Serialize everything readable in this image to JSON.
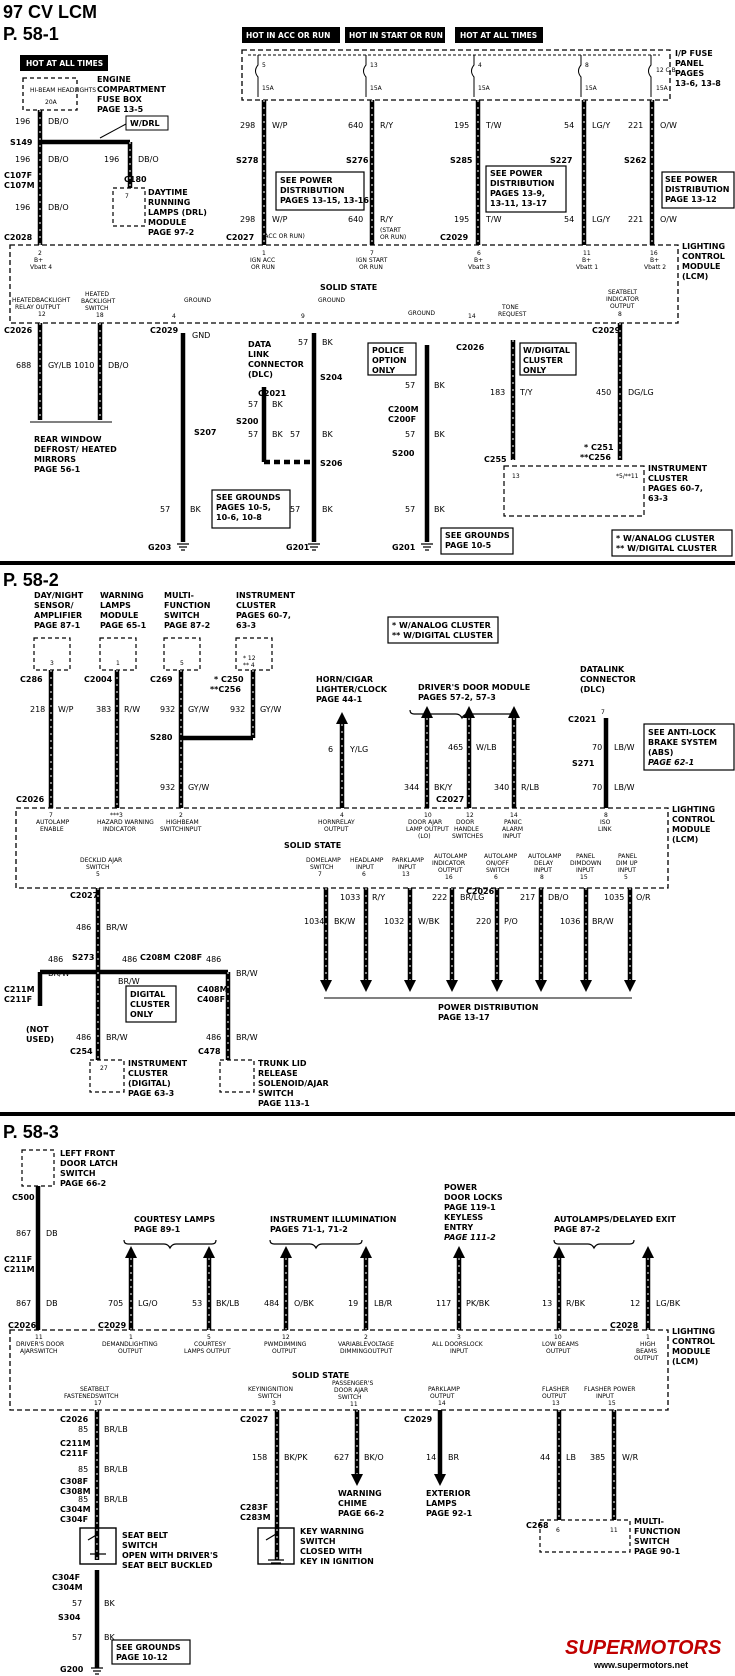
{
  "header": {
    "title": "97 CV LCM"
  },
  "pages": [
    {
      "title": "P. 58-1",
      "hot_boxes": [
        "HOT AT ALL TIMES",
        "HOT IN ACC OR RUN",
        "HOT IN START OR RUN",
        "HOT AT ALL TIMES"
      ],
      "fuse_panel_label": "I/P FUSE PANEL PAGES 13-6, 13-8",
      "fuses": [
        {
          "n": "5",
          "a": "15A"
        },
        {
          "n": "13",
          "a": "15A"
        },
        {
          "n": "4",
          "a": "15A"
        },
        {
          "n": "8",
          "a": "15A"
        },
        {
          "n": "12 C.B.",
          "a": "15A"
        }
      ],
      "engine_fuse": {
        "n": "HI-BEAM HEADLIGHTS",
        "a": "20A"
      },
      "engine_box_label": "ENGINE COMPARTMENT FUSE BOX PAGE 13-5",
      "drl_tag": "W/DRL",
      "drl_module": "DAYTIME RUNNING LAMPS (DRL) MODULE PAGE 97-2",
      "drl_pin": "7",
      "wires_top": [
        {
          "c": "196",
          "col": "DB/O"
        },
        {
          "c": "298",
          "col": "W/P"
        },
        {
          "c": "640",
          "col": "R/Y"
        },
        {
          "c": "195",
          "col": "T/W"
        },
        {
          "c": "54",
          "col": "LG/Y"
        },
        {
          "c": "221",
          "col": "O/W"
        }
      ],
      "splices": [
        "S149",
        "S278",
        "S276",
        "S285",
        "S227",
        "S262"
      ],
      "connectors": [
        "C180",
        "C107F",
        "C107M",
        "C2028",
        "C2027",
        "C2029",
        "C2026",
        "C2029"
      ],
      "see_power": [
        "SEE POWER DISTRIBUTION PAGES 13-15, 13-16",
        "SEE POWER DISTRIBUTION PAGES 13-9, 13-11, 13-17",
        "SEE POWER DISTRIBUTION PAGE 13-12"
      ],
      "lower_notes": [
        "(ACC OR RUN)",
        "(START OR RUN)"
      ],
      "module_title": "LIGHTING CONTROL MODULE (LCM)",
      "solid_state": "SOLID STATE",
      "module_pins_top": [
        {
          "p": "2",
          "l": "B+ Vbatt 4"
        },
        {
          "p": "1",
          "l": "IGN ACC OR RUN"
        },
        {
          "p": "7",
          "l": "IGN START OR RUN"
        },
        {
          "p": "6",
          "l": "B+ Vbatt 3"
        },
        {
          "p": "11",
          "l": "B+ Vbatt 1"
        },
        {
          "p": "16",
          "l": "B+ Vbatt 2"
        }
      ],
      "module_pins_bottom": [
        {
          "p": "12",
          "l": "HEATED BACKLIGHT RELAY OUTPUT"
        },
        {
          "p": "18",
          "l": "HEATED BACKLIGHT SWITCH"
        },
        {
          "p": "4",
          "l": "GROUND"
        },
        {
          "p": "9",
          "l": "GROUND"
        },
        {
          "p": "14",
          "l": "GROUND / TONE REQUEST"
        },
        {
          "p": "8",
          "l": "SEATBELT INDICATOR OUTPUT"
        }
      ],
      "lower_wires": [
        {
          "c": "688",
          "col": "GY/LB"
        },
        {
          "c": "1010",
          "col": "DB/O"
        },
        {
          "c": "57",
          "col": "BK"
        },
        {
          "c": "183",
          "col": "T/Y"
        },
        {
          "c": "450",
          "col": "DG/LG"
        }
      ],
      "rear_window": "REAR WINDOW DEFROST/ HEATED MIRRORS PAGE 56-1",
      "dlc": "DATA LINK CONNECTOR (DLC)",
      "police": "POLICE OPTION ONLY",
      "digital_only": "W/DIGITAL CLUSTER ONLY",
      "cluster": "INSTRUMENT CLUSTER PAGES 60-7, 63-3",
      "see_grounds": [
        "SEE GROUNDS PAGES 10-5, 10-6, 10-8",
        "SEE GROUNDS PAGE 10-5"
      ],
      "grounds": [
        "G203",
        "G201",
        "G201"
      ],
      "lower_splices": [
        "S207",
        "S204",
        "S200",
        "S206",
        "C2021",
        "C200M",
        "C200F",
        "S200",
        "C255",
        "C251",
        "C256"
      ],
      "legend": [
        "* W/ANALOG CLUSTER",
        "** W/DIGITAL CLUSTER"
      ]
    },
    {
      "title": "P. 58-2",
      "top_components": [
        "DAY/NIGHT SENSOR/ AMPLIFIER PAGE 87-1",
        "WARNING LAMPS MODULE PAGE 65-1",
        "MULTI-FUNCTION SWITCH PAGE 87-2",
        "INSTRUMENT CLUSTER PAGES 60-7, 63-3"
      ],
      "legend": [
        "* W/ANALOG CLUSTER",
        "** W/DIGITAL CLUSTER"
      ],
      "horn": "HORN/CIGAR LIGHTER/CLOCK PAGE 44-1",
      "door_module": "DRIVER'S DOOR MODULE PAGES 57-2, 57-3",
      "dlc": "DATA LINK CONNECTOR (DLC)",
      "abs": "SEE ANTI-LOCK BRAKE SYSTEM (ABS) PAGE 62-1",
      "upper_wires": [
        {
          "c": "218",
          "col": "W/P"
        },
        {
          "c": "383",
          "col": "R/W"
        },
        {
          "c": "932",
          "col": "GY/W"
        },
        {
          "c": "932",
          "col": "GY/W"
        },
        {
          "c": "6",
          "col": "Y/LG"
        },
        {
          "c": "344",
          "col": "BK/Y"
        },
        {
          "c": "465",
          "col": "W/LB"
        },
        {
          "c": "340",
          "col": "R/LB"
        },
        {
          "c": "70",
          "col": "LB/W"
        }
      ],
      "module_pins_top": [
        {
          "p": "7",
          "l": "AUTOLAMP ENABLE"
        },
        {
          "p": "***3",
          "l": "HAZARD WARNING INDICATOR"
        },
        {
          "p": "2",
          "l": "HIGHBEAM SWITCHINPUT"
        },
        {
          "p": "4",
          "l": "HORNRELAY OUTPUT"
        },
        {
          "p": "10",
          "l": "DOOR AJAR LAMP OUTPUT (LO)"
        },
        {
          "p": "12",
          "l": "DOOR HANDLE SWITCHES"
        },
        {
          "p": "14",
          "l": "PANIC ALARM INPUT"
        },
        {
          "p": "8",
          "l": "ISO LINK"
        }
      ],
      "module_pins_bottom": [
        {
          "p": "5",
          "l": "DECKLID AJAR SWITCH"
        },
        {
          "p": "7",
          "l": "DOMELAMP SWITCH"
        },
        {
          "p": "6",
          "l": "HEADLAMP INPUT"
        },
        {
          "p": "13",
          "l": "PARKLAMP INPUT"
        },
        {
          "p": "16",
          "l": "AUTOLAMP INDICATOR OUTPUT"
        },
        {
          "p": "6",
          "l": "AUTOLAMP ON/OFF SWITCH"
        },
        {
          "p": "8",
          "l": "AUTOLAMP DELAY INPUT"
        },
        {
          "p": "15",
          "l": "PANEL DIMDOWN INPUT"
        },
        {
          "p": "5",
          "l": "PANEL DIM UP INPUT"
        }
      ],
      "lower_wires": [
        {
          "c": "1034",
          "col": "BK/W"
        },
        {
          "c": "1033",
          "col": "R/Y"
        },
        {
          "c": "1032",
          "col": "W/BK"
        },
        {
          "c": "222",
          "col": "BR/LG"
        },
        {
          "c": "220",
          "col": "P/O"
        },
        {
          "c": "217",
          "col": "DB/O"
        },
        {
          "c": "1036",
          "col": "BR/W"
        },
        {
          "c": "1035",
          "col": "O/R"
        }
      ],
      "decklid_wire": {
        "c": "486",
        "col": "BR/W"
      },
      "digital_only": "DIGITAL CLUSTER ONLY",
      "not_used": "(NOT USED)",
      "cluster_digital": "INSTRUMENT CLUSTER (DIGITAL) PAGE 63-3",
      "trunk": "TRUNK LID RELEASE SOLENOID/AJAR SWITCH PAGE 113-1",
      "power_dist": "POWER DISTRIBUTION PAGE 13-17",
      "connectors": [
        "C286",
        "C2004",
        "C269",
        "C250",
        "C256",
        "S280",
        "C2021",
        "S271",
        "C2026",
        "C2027",
        "C2027",
        "C2026",
        "S273",
        "C208M",
        "C208F",
        "C211M",
        "C211F",
        "C408M",
        "C408F",
        "C254",
        "C478"
      ]
    },
    {
      "title": "P. 58-3",
      "door_latch": "LEFT FRONT DOOR LATCH SWITCH PAGE 66-2",
      "groups": [
        "COURTESY LAMPS PAGE 89-1",
        "INSTRUMENT ILLUMINATION PAGES 71-1, 71-2",
        "POWER DOOR LOCKS PAGE 119-1 KEYLESS ENTRY PAGE 111-2",
        "AUTOLAMPS/DELAYED EXIT PAGE 87-2"
      ],
      "upper_wires": [
        {
          "c": "867",
          "col": "DB"
        },
        {
          "c": "705",
          "col": "LG/O"
        },
        {
          "c": "53",
          "col": "BK/LB"
        },
        {
          "c": "484",
          "col": "O/BK"
        },
        {
          "c": "19",
          "col": "LB/R"
        },
        {
          "c": "117",
          "col": "PK/BK"
        },
        {
          "c": "13",
          "col": "R/BK"
        },
        {
          "c": "12",
          "col": "LG/BK"
        }
      ],
      "module_pins_top": [
        {
          "p": "11",
          "l": "DRIVER'S DOOR AJARSWITCH"
        },
        {
          "p": "1",
          "l": "DEMANDLIGHTING OUTPUT"
        },
        {
          "p": "5",
          "l": "COURTESY LAMPS OUTPUT"
        },
        {
          "p": "12",
          "l": "PWMDIMMING OUTPUT"
        },
        {
          "p": "2",
          "l": "VARIABLEVOLTAGE DIMMINGOUTPUT"
        },
        {
          "p": "3",
          "l": "ALL DOORSLOCK INPUT"
        },
        {
          "p": "10",
          "l": "LOW BEAMS OUTPUT"
        },
        {
          "p": "1",
          "l": "HIGH BEAMS OUTPUT"
        }
      ],
      "module_pins_bottom": [
        {
          "p": "17",
          "l": "SEATBELT FASTENEDSWITCH"
        },
        {
          "p": "3",
          "l": "KEYINIGNITION SWITCH"
        },
        {
          "p": "11",
          "l": "PASSENGER'S DOOR AJAR SWITCH"
        },
        {
          "p": "14",
          "l": "PARKLAMP OUTPUT"
        },
        {
          "p": "13",
          "l": "FLASHER OUTPUT"
        },
        {
          "p": "15",
          "l": "FLASHER POWER INPUT"
        }
      ],
      "lower_wires": [
        {
          "c": "85",
          "col": "BR/LB"
        },
        {
          "c": "158",
          "col": "BK/PK"
        },
        {
          "c": "627",
          "col": "BK/O"
        },
        {
          "c": "14",
          "col": "BR"
        },
        {
          "c": "44",
          "col": "LB"
        },
        {
          "c": "385",
          "col": "W/R"
        },
        {
          "c": "57",
          "col": "BK"
        }
      ],
      "seat_belt": "SEAT BELT SWITCH OPEN WITH DRIVER'S SEAT BELT BUCKLED",
      "key_warn": "KEY WARNING SWITCH CLOSED WITH KEY IN IGNITION",
      "warn_chime": "WARNING CHIME PAGE 66-2",
      "ext_lamps": "EXTERIOR LAMPS PAGE 92-1",
      "multi_fn": "MULTI-FUNCTION SWITCH PAGE 90-1",
      "see_grounds": "SEE GROUNDS PAGE 10-12",
      "connectors": [
        "C500",
        "C211F",
        "C211M",
        "C2026",
        "C2029",
        "C2028",
        "C2026",
        "C211M",
        "C211F",
        "C308F",
        "C308M",
        "C304M",
        "C304F",
        "C2027",
        "C283F",
        "C283M",
        "C2029",
        "C268",
        "C304F",
        "C304M",
        "S304",
        "G200"
      ]
    }
  ],
  "brand": {
    "logo": "SUPERMOTORS",
    "url": "www.supermotors.net",
    "color": "#c00000"
  }
}
